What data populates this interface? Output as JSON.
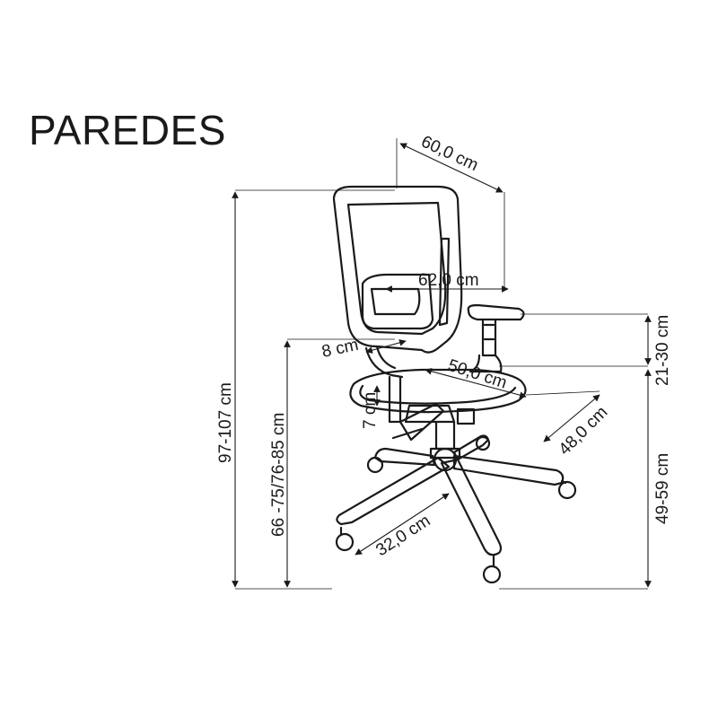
{
  "title": "PAREDES",
  "dimensions": {
    "depth_top": "60,0 cm",
    "width": "62,0 cm",
    "armrest_offset": "8 cm",
    "seat_depth": "50,0 cm",
    "seat_width": "48,0 cm",
    "lumbar_travel": "7 cm",
    "base_radius": "32,0 cm",
    "total_height": "97-107 cm",
    "armrest_height": "66 -75/76-85 cm",
    "armrest_above_seat": "21-30 cm",
    "seat_height": "49-59 cm"
  }
}
